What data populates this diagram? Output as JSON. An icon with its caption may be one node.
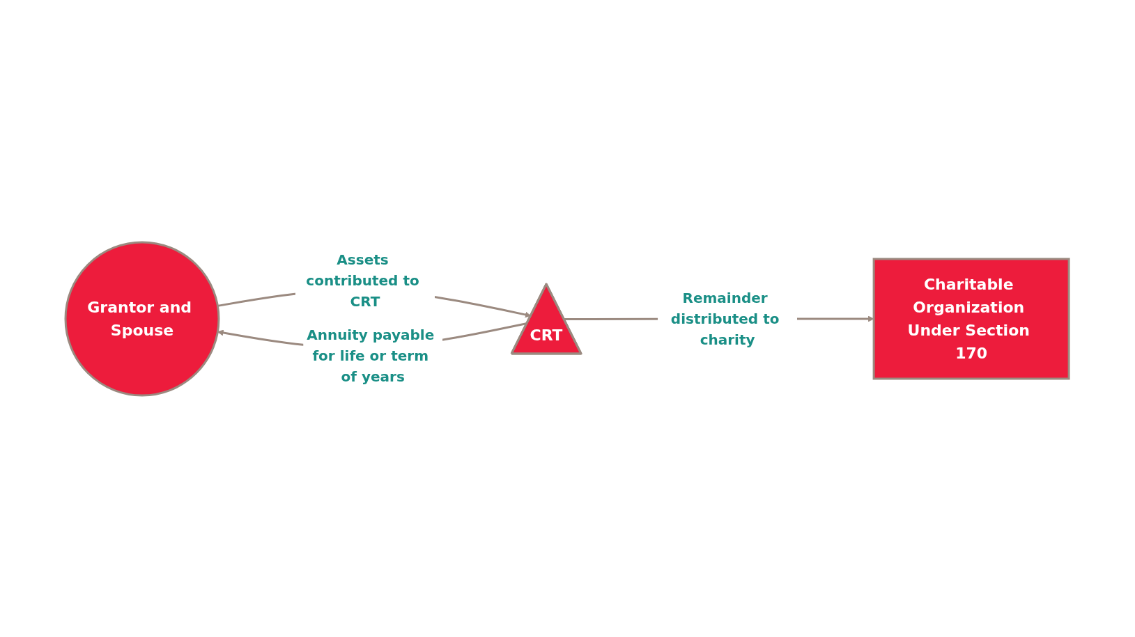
{
  "diagram": {
    "nodes": [
      {
        "text": [
          "Grantor and Spouse"
        ]
      },
      {
        "text": [
          "CRT"
        ]
      },
      {
        "text": [
          "Charitable Organization Under Section 170"
        ]
      }
    ],
    "edges": [
      {
        "from": 0,
        "to": 1,
        "arrow": "to",
        "label": "Assets contributed to CRT"
      },
      {
        "from": 1,
        "to": 0,
        "arrow": "to",
        "label": "Annuity payable for life or term of years"
      },
      {
        "from": 1,
        "to": 2,
        "arrow": "to",
        "label": "Remainder distributed to charity"
      }
    ]
  }
}
